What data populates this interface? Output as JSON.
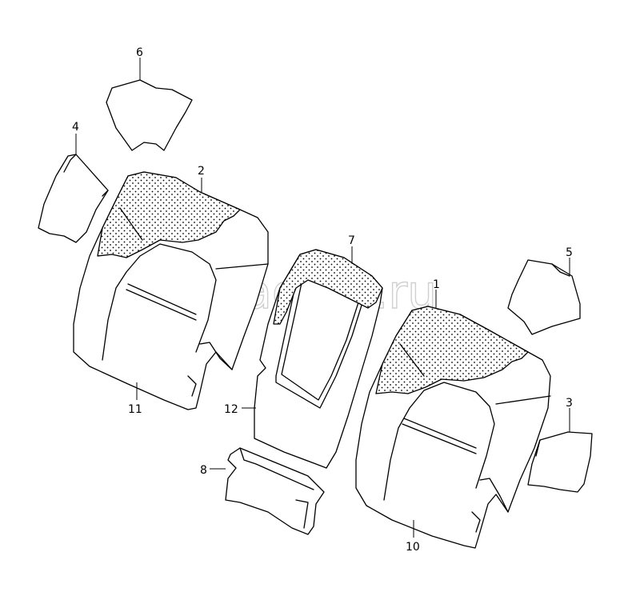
{
  "watermark": "vagtec.ru",
  "callouts": [
    {
      "id": "label-1",
      "text": "1"
    },
    {
      "id": "label-2",
      "text": "2"
    },
    {
      "id": "label-3",
      "text": "3"
    },
    {
      "id": "label-4",
      "text": "4"
    },
    {
      "id": "label-5",
      "text": "5"
    },
    {
      "id": "label-6",
      "text": "6"
    },
    {
      "id": "label-7",
      "text": "7"
    },
    {
      "id": "label-8",
      "text": "8"
    },
    {
      "id": "label-10",
      "text": "10"
    },
    {
      "id": "label-11",
      "text": "11"
    },
    {
      "id": "label-12",
      "text": "12"
    }
  ]
}
